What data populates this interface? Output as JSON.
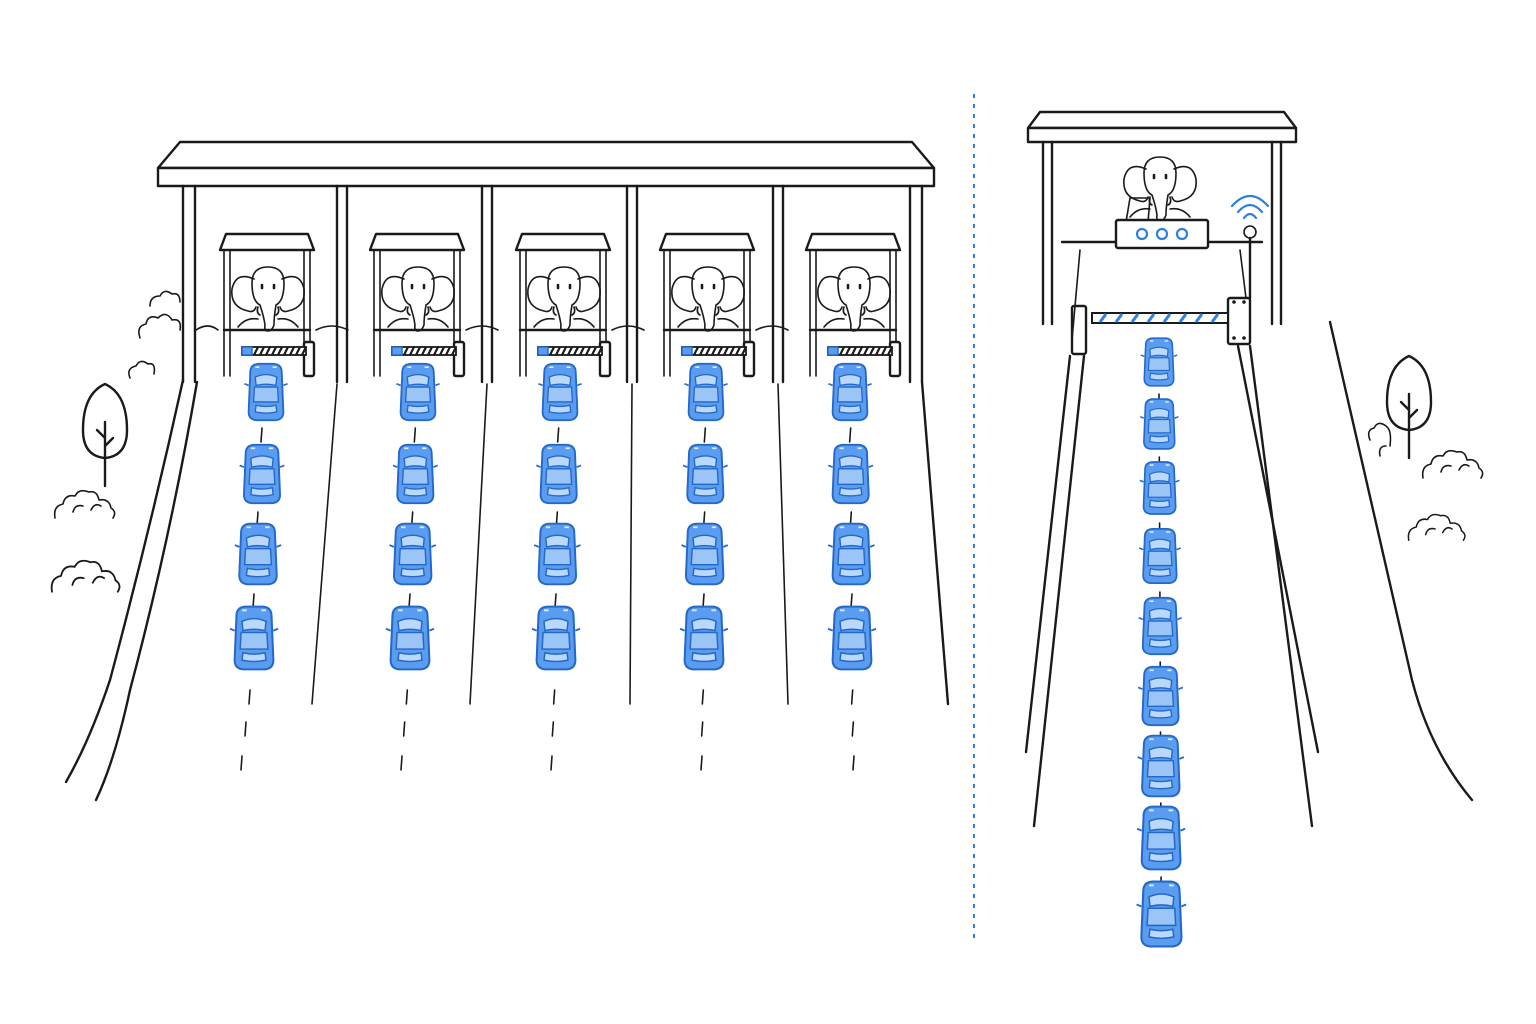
{
  "colors": {
    "ink": "#1a1a1a",
    "accent": "#2f7fe0",
    "car_body": "#5a9cf0",
    "car_body_light": "#9cc5f7",
    "car_outline": "#2468c8",
    "background": "#ffffff",
    "divider": "#2f7fe0"
  },
  "manual_plaza": {
    "icon": "toll-plaza-manual",
    "booth_count": 5,
    "booth_icon": "elephant-attendant-icon",
    "barrier_icon": "striped-boom-barrier-icon",
    "cars_per_lane": 4,
    "car_icon": "car-icon"
  },
  "electronic_gantry": {
    "icon": "toll-gantry-electronic",
    "attendant_icon": "elephant-with-laptop-icon",
    "console_icon": "control-console-icon",
    "sensor_icon": "wireless-signal-icon",
    "barrier_icon": "blue-boom-barrier-icon",
    "cars_in_lane": 9,
    "car_icon": "car-icon"
  },
  "divider": {
    "icon": "dotted-divider-line"
  },
  "scenery": {
    "tree_icon": "tree-icon",
    "bush_icon": "bush-icon"
  }
}
